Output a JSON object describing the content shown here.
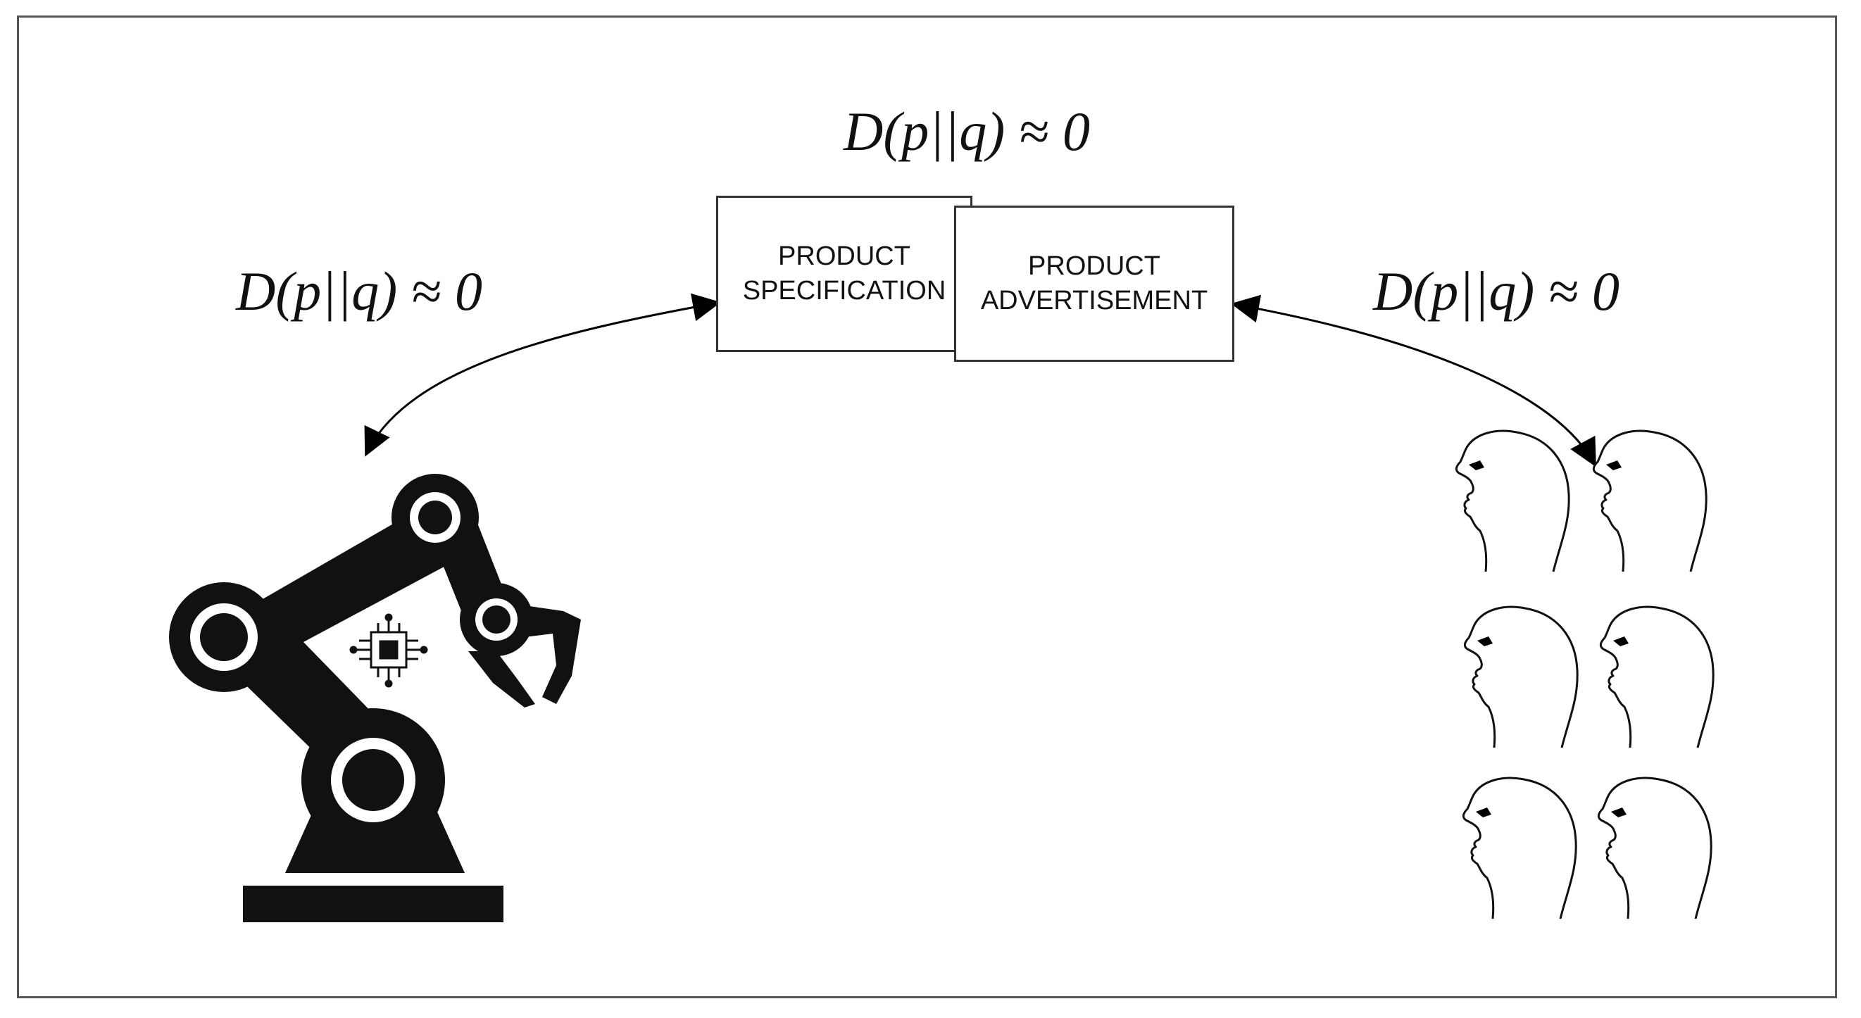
{
  "formulas": {
    "top": "D(p||q) ≈ 0",
    "left": "D(p||q) ≈ 0",
    "right": "D(p||q) ≈ 0"
  },
  "boxes": {
    "specification": [
      "PRODUCT",
      "SPECIFICATION"
    ],
    "advertisement": [
      "PRODUCT",
      "ADVERTISEMENT"
    ]
  },
  "icons": {
    "left": "robot-arm-icon",
    "chip": "microchip-icon",
    "right": "human-head-icon"
  },
  "colors": {
    "ink": "#000000",
    "frame": "#555555",
    "box_border": "#333333"
  }
}
